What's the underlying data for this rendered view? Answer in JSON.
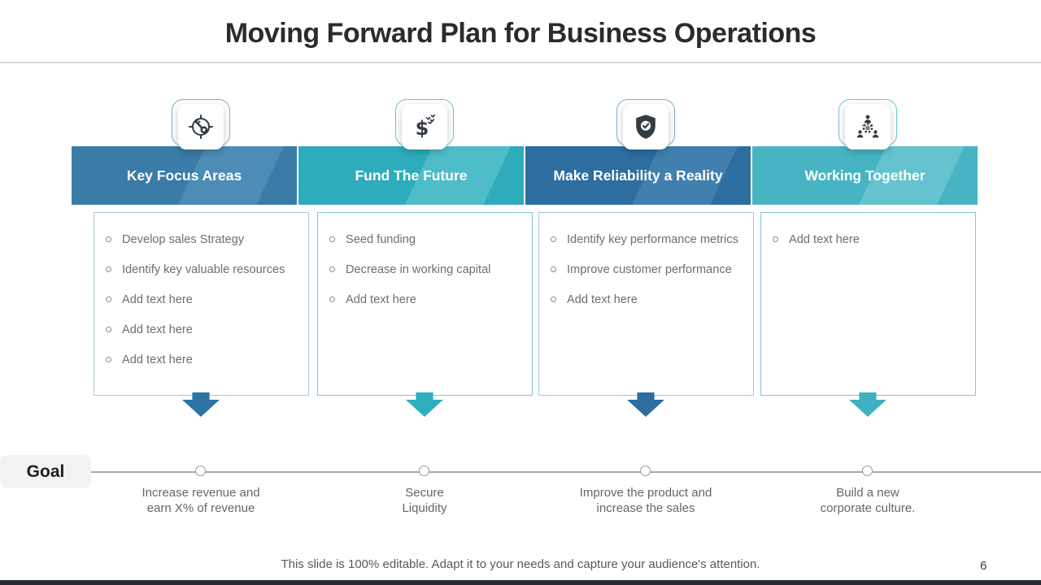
{
  "slide": {
    "title": "Moving Forward Plan for Business Operations",
    "goal_label": "Goal",
    "footer": "This slide is 100% editable. Adapt it to your needs and capture your audience's attention.",
    "page_number": "6"
  },
  "palette": {
    "title_text": "#2b2b2b",
    "body_text": "#6e6e6e",
    "timeline_gray": "#a8a8a8",
    "goal_chip_bg": "#f2f2f2",
    "bottom_bar": "#262b33",
    "icon_glyph": "#333b44"
  },
  "columns": [
    {
      "header": "Key Focus Areas",
      "icon": "key-target-icon",
      "bullets": [
        "Develop sales Strategy",
        "Identify key valuable resources",
        "Add text here",
        "Add text here",
        "Add text here"
      ],
      "goal": [
        "Increase revenue and",
        "earn X% of revenue"
      ],
      "colors": {
        "banner": "#3B7BA7",
        "banner_light": "#4C8CB5",
        "arrow": "#2C74A4",
        "box_border": "#A6C7DA",
        "accent": "#79AECB"
      }
    },
    {
      "header": "Fund The Future",
      "icon": "dollar-growth-icon",
      "bullets": [
        "Seed funding",
        "Decrease in working capital",
        "Add text here"
      ],
      "goal": [
        "Secure",
        "Liquidity"
      ],
      "colors": {
        "banner": "#2EACBB",
        "banner_light": "#4FBDC9",
        "arrow": "#2FAEBE",
        "box_border": "#83C6D2",
        "accent": "#6EC2CF"
      }
    },
    {
      "header": "Make Reliability a Reality",
      "icon": "shield-check-icon",
      "bullets": [
        "Identify key performance metrics",
        "Improve customer performance",
        "Add text here"
      ],
      "goal": [
        "Improve the product and",
        "increase the sales"
      ],
      "colors": {
        "banner": "#2D6DA0",
        "banner_light": "#417FAE",
        "arrow": "#2D6DA0",
        "box_border": "#A6C7DA",
        "accent": "#79AECB"
      }
    },
    {
      "header": "Working Together",
      "icon": "team-gear-icon",
      "bullets": [
        "Add text here"
      ],
      "goal": [
        "Build a new",
        "corporate culture."
      ],
      "colors": {
        "banner": "#46B4C3",
        "banner_light": "#65C3CF",
        "arrow": "#3FB0C0",
        "box_border": "#83C6D2",
        "accent": "#6EC2CF"
      }
    }
  ]
}
